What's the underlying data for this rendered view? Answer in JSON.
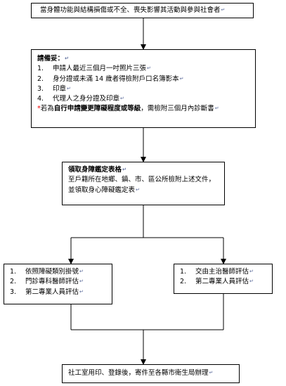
{
  "top_box": {
    "text": "當身體功能與結構損傷或不全、喪失影響其活動與參與社會者"
  },
  "requirements_box": {
    "title": "請備妥：",
    "items": [
      {
        "num": "1.",
        "text": "申請人最近三個月一吋照片三張"
      },
      {
        "num": "2.",
        "text": "身分證或未滿 14 歲者得檢附戶口名簿影本"
      },
      {
        "num": "3.",
        "text": "印章"
      },
      {
        "num": "4.",
        "text": "代理人之身分證及印章"
      }
    ],
    "note_star": "*",
    "note_prefix": "若為",
    "note_bold": "自行申請變更障礙程度或等級",
    "note_suffix": "，需檢附三個月內診斷書"
  },
  "form_box": {
    "title": "領取身障鑑定表格",
    "body": "至戶籍所在地鄉、鎮、市、區公所檢附上述文件，並領取身心障礙鑑定表"
  },
  "left_branch_box": {
    "items": [
      {
        "num": "1.",
        "text": "依照障礙類別掛號"
      },
      {
        "num": "2.",
        "text": "門診專科醫師評估"
      },
      {
        "num": "3.",
        "text": "第二專業人員評估"
      }
    ]
  },
  "right_branch_box": {
    "items": [
      {
        "num": "1.",
        "text": "交由主治醫師評估"
      },
      {
        "num": "2.",
        "text": "第二專業人員評估"
      }
    ]
  },
  "bottom_box": {
    "text": "社工室用印、登錄後，寄件至各縣市衛生局辦理"
  },
  "paragraph_mark": "↵",
  "colors": {
    "line": "#000000",
    "warning": "#e00000",
    "mark": "#5a6a9a"
  }
}
